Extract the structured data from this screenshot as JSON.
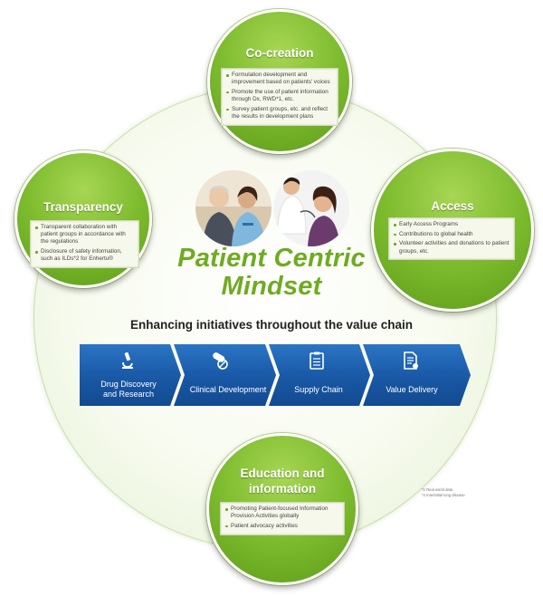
{
  "center": {
    "title_line1": "Patient Centric",
    "title_line2": "Mindset"
  },
  "value_chain": {
    "title": "Enhancing initiatives throughout the value chain",
    "steps": [
      {
        "label_line1": "Drug Discovery",
        "label_line2": "and Research",
        "icon": "microscope-icon"
      },
      {
        "label_line1": "Clinical Development",
        "label_line2": "",
        "icon": "pills-icon"
      },
      {
        "label_line1": "Supply Chain",
        "label_line2": "",
        "icon": "clipboard-icon"
      },
      {
        "label_line1": "Value Delivery",
        "label_line2": "",
        "icon": "document-icon"
      }
    ]
  },
  "bubbles": {
    "co_creation": {
      "title": "Co-creation",
      "items": [
        "Formulation development and improvement based on patients' voices",
        "Promote the use of patient information through Dx, RWD*1, etc.",
        "Survey patient groups, etc. and reflect the results in development plans"
      ]
    },
    "transparency": {
      "title": "Transparency",
      "items": [
        "Transparent collaboration with patient groups in accordance with the regulations",
        "Disclosure of safety information, such as ILDs*2 for Enhertu®"
      ]
    },
    "access": {
      "title": "Access",
      "items": [
        "Early Access Programs",
        "Contributions to global health",
        "Volunteer activities and donations to patient groups, etc."
      ]
    },
    "education": {
      "title_line1": "Education and",
      "title_line2": "information",
      "items": [
        "Promoting Patient-focused Information Provision Activities globally",
        "Patient advocacy activities"
      ]
    }
  },
  "footnotes": [
    "*1 Real world data",
    "*2 Interstitial lung disease"
  ],
  "colors": {
    "green": "#7dbb2e",
    "blue": "#1d5fae",
    "title_green": "#6fab22"
  }
}
